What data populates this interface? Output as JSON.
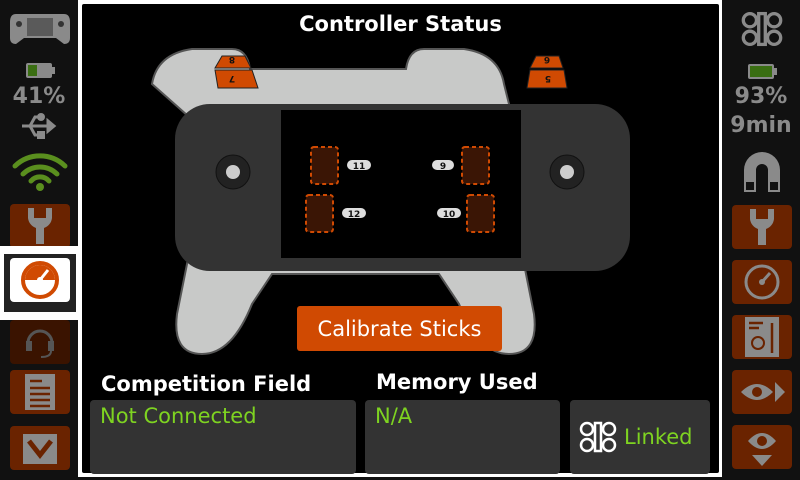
{
  "left_sidebar": {
    "controller_battery": "41%",
    "controller_battery_level": 0.41,
    "wifi_color": "#5a8f1e",
    "selected": "dashboard"
  },
  "right_sidebar": {
    "robot_battery": "93%",
    "robot_battery_level": 0.93,
    "runtime": "9min"
  },
  "main": {
    "title": "Controller Status",
    "bumpers": {
      "left_top": "8",
      "left_bottom": "7",
      "right_top": "6",
      "right_bottom": "5"
    },
    "button_labels": {
      "left_top": "11",
      "left_bottom": "12",
      "right_top": "9",
      "right_bottom": "10"
    },
    "calibrate_label": "Calibrate Sticks",
    "competition_field": {
      "label": "Competition Field",
      "value": "Not Connected"
    },
    "memory_used": {
      "label": "Memory Used",
      "value": "N/A"
    },
    "link_status": "Linked"
  },
  "colors": {
    "accent": "#d04a02",
    "status_green": "#7ed321",
    "nav_bg": "#6a2300"
  }
}
